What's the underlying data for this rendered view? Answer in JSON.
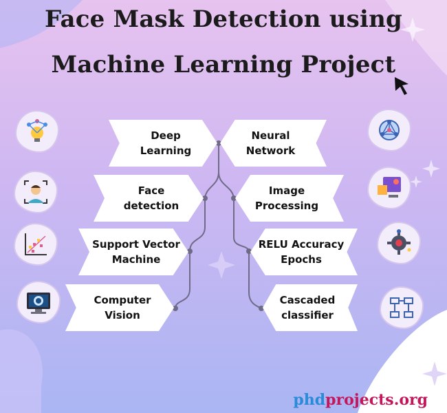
{
  "title": {
    "line1": "Face Mask Detection using",
    "line2": "Machine Learning Project"
  },
  "left_items": [
    {
      "label": "Deep\nLearning",
      "icon": "brain-bulb-icon"
    },
    {
      "label": "Face\ndetection",
      "icon": "face-scan-icon"
    },
    {
      "label": "Support Vector\nMachine",
      "icon": "scatter-plot-icon"
    },
    {
      "label": "Computer\nVision",
      "icon": "camera-monitor-icon"
    }
  ],
  "right_items": [
    {
      "label": "Neural\nNetwork",
      "icon": "network-globe-icon"
    },
    {
      "label": "Image\nProcessing",
      "icon": "image-processing-icon"
    },
    {
      "label": "RELU Accuracy\nEpochs",
      "icon": "gear-chip-icon"
    },
    {
      "label": "Cascaded\nclassifier",
      "icon": "hierarchy-icon"
    }
  ],
  "brand": {
    "part1": "phd",
    "part2": "projects.org"
  },
  "colors": {
    "connector": "#6f6a86",
    "card_shadow": "#6f6a86",
    "brand_blue": "#2a8bd8",
    "brand_pink": "#c2185b"
  }
}
